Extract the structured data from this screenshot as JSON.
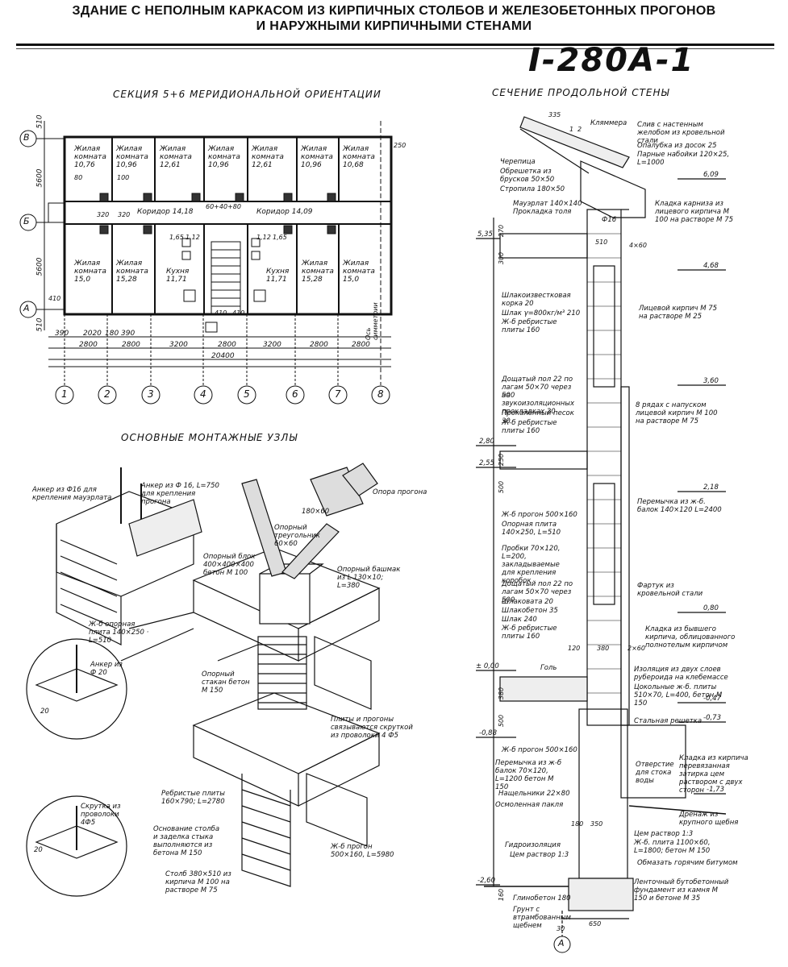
{
  "header": {
    "title_line1": "ЗДАНИЕ С НЕПОЛНЫМ КАРКАСОМ ИЗ КИРПИЧНЫХ СТОЛБОВ И ЖЕЛЕЗОБЕТОННЫХ ПРОГОНОВ",
    "title_line2": "И НАРУЖНЫМИ КИРПИЧНЫМИ СТЕНАМИ",
    "sheet_code": "I-280A-1"
  },
  "plan": {
    "title": "СЕКЦИЯ 5+6 МЕРИДИОНАЛЬНОЙ ОРИЕНТАЦИИ",
    "rooms_top": [
      {
        "name": "Жилая комната",
        "area": "10,76"
      },
      {
        "name": "Жилая комната",
        "area": "10,96"
      },
      {
        "name": "Жилая комната",
        "area": "12,61"
      },
      {
        "name": "Жилая комната",
        "area": "10,96"
      },
      {
        "name": "Жилая комната",
        "area": "12,61"
      },
      {
        "name": "Жилая комната",
        "area": "10,96"
      },
      {
        "name": "Жилая комната",
        "area": "10,68"
      }
    ],
    "rooms_bottom": [
      {
        "name": "Жилая комната",
        "area": "15,0"
      },
      {
        "name": "Жилая комната",
        "area": "15,28"
      },
      {
        "name": "Кухня",
        "area": "11,71"
      },
      {
        "name": "Кухня",
        "area": "11,71"
      },
      {
        "name": "Жилая комната",
        "area": "15,28"
      },
      {
        "name": "Жилая комната",
        "area": "15,0"
      }
    ],
    "corridor1": "Коридор 14,18",
    "corridor2": "Коридор 14,09",
    "axes_rows": [
      "В",
      "Б",
      "А"
    ],
    "axes_cols": [
      "1",
      "2",
      "3",
      "4",
      "5",
      "6",
      "7",
      "8"
    ],
    "dims_top": [
      "390",
      "2020",
      "180",
      "390"
    ],
    "dims_main": [
      "2800",
      "2800",
      "3200",
      "2800",
      "3200",
      "2800",
      "2800"
    ],
    "total": "20400",
    "left_dims": [
      "510",
      "5600",
      "5600",
      "510"
    ],
    "symmetry": "Ось симметрии",
    "misc": [
      "80",
      "100",
      "320",
      "320",
      "410",
      "1,65",
      "1,65",
      "1,12",
      "1,12",
      "60+40+80",
      "250",
      "410",
      "410"
    ]
  },
  "nodes": {
    "title": "ОСНОВНЫЕ МОНТАЖНЫЕ УЗЛЫ",
    "labels": [
      "Анкер из Ф16 для крепления мауэрлата",
      "Анкер из Ф 16, L=750 для крепления прогона",
      "Опора прогона",
      "180×60",
      "Опорный треугольник 60×60",
      "Опорный блок 400×400×400 бетон М 100",
      "Опорный башмак из L 130×10; L=380",
      "Ж-б опорная плита 140×250 · L=510",
      "Анкер из Ф 20",
      "Опорный стакан бетон М 150",
      "Плиты и прогоны связываются скруткой из проволоки 4 Ф5",
      "Ребристые плиты 160×790; L=2780",
      "Скрутка из проволоки 4Ф5",
      "Основание столба и заделка стыка выполняются из бетона М 150",
      "Столб 380×510 из кирпича М 100 на растворе М 75",
      "Ж-б прогон 500×160, L=5980",
      "20",
      "20"
    ]
  },
  "section": {
    "title": "СЕЧЕНИЕ ПРОДОЛЬНОЙ СТЕНЫ",
    "left_labels": [
      "Черепица",
      "Обрешетка из брусков 50×50",
      "Стропила 180×50",
      "Мауэрлат 140×140 Прокладка толя",
      "Шлакоизвестковая корка 20",
      "Шлак γ=800кг/м³ 210",
      "Ж-б ребристые плиты 160",
      "Дощатый пол 22 по лагам 50×70 через 500",
      "на звукоизоляционных прокладках 20",
      "Прокаленный песок 30",
      "Ж-б ребристые плиты 160",
      "Ж-б прогон 500×160",
      "Опорная плита 140×250, L=510",
      "Пробки 70×120, L=200, закладываемые для крепления коробок",
      "Дощатый пол 22 по лагам 50×70 через 500",
      "Шлаковата 20",
      "Шлакобетон 35",
      "Шлак 240",
      "Ж-б ребристые плиты 160",
      "Голь",
      "Ж-б прогон 500×160",
      "Перемычка из ж-б балок 70×120, L=1200 бетон М 150",
      "Нащельники 22×80",
      "Осмоленная пакля",
      "Гидроизоляция",
      "Цем раствор 1:3",
      "Глинобетон 180",
      "Грунт с втрамбованным щебнем"
    ],
    "right_labels": [
      "Кляммера",
      "Слив с настенным желобом из кровельной стали",
      "Опалубка из досок 25",
      "Парные набойки 120×25, L=1000",
      "Кладка карниза из лицевого кирпича М 100 на растворе М 75",
      "Ф16",
      "Лицевой кирпич М 75 на растворе М 25",
      "8 рядах с напуском лицевой кирпич М 100 на растворе М 75",
      "Перемычка из ж-б. балок 140×120 L=2400",
      "Фартук из кровельной стали",
      "Кладка из бывшего кирпича, облицованного полнотелым кирпичом",
      "Изоляция из двух слоев рубероида на клебемассе",
      "Цокольные ж-б. плиты 510×70, L=400, бетон М 150",
      "Стальная решетка",
      "Кладка из кирпича перевязанная затирка цем раствором с двух сторон",
      "Отверстие для стока воды",
      "Дренаж из крупного щебня",
      "Цем раствор 1:3",
      "Ж-б. плита 1100×60, L=1800; бетон М 150",
      "Обмазать горячим битумом",
      "Ленточный бутобетонный фундамент из камня М 150 и бетоне М 35"
    ],
    "levels": [
      "6,09",
      "5,35",
      "4,68",
      "3,60",
      "2,80",
      "2,55",
      "2,18",
      "0,80",
      "± 0,00",
      "-0,47",
      "-0,73",
      "-0,88",
      "-1,73",
      "-2,60"
    ],
    "dims": [
      "335",
      "1",
      "2",
      "270",
      "300",
      "510",
      "4×60",
      "250",
      "500",
      "120",
      "380",
      "2×60",
      "380",
      "500",
      "180",
      "350",
      "650",
      "30",
      "160"
    ],
    "axis": "А"
  }
}
